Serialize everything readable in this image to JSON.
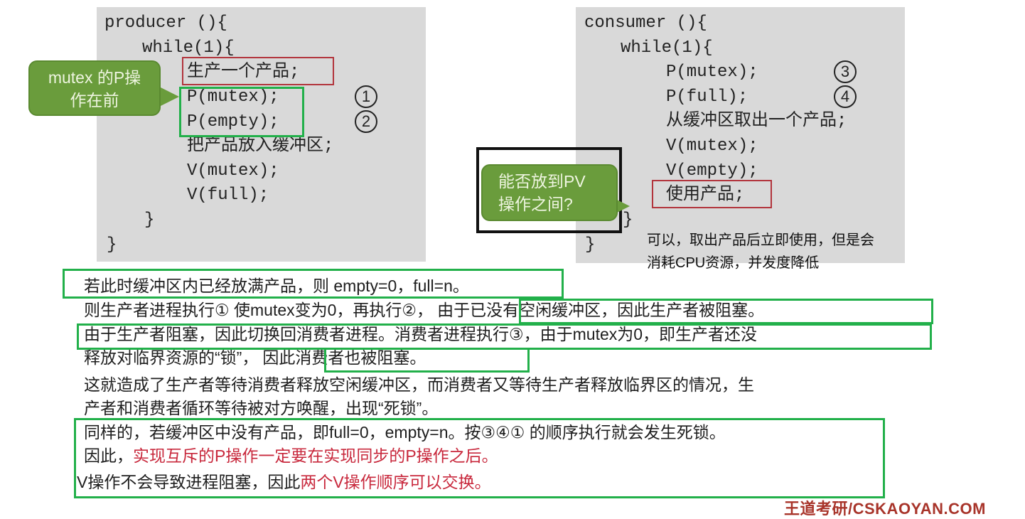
{
  "producer": {
    "lines": [
      "producer (){",
      "while(1){",
      "生产一个产品;",
      "P(mutex);",
      "P(empty);",
      "把产品放入缓冲区;",
      "V(mutex);",
      "V(full);",
      "}",
      "}"
    ],
    "markers": [
      "1",
      "2"
    ],
    "callout": [
      "mutex 的P操",
      "作在前"
    ]
  },
  "consumer": {
    "lines": [
      "consumer (){",
      "while(1){",
      "P(mutex);",
      "P(full);",
      "从缓冲区取出一个产品;",
      "V(mutex);",
      "V(empty);",
      "使用产品;",
      "}",
      "}"
    ],
    "markers": [
      "3",
      "4"
    ],
    "callout": [
      "能否放到PV",
      "操作之间?"
    ],
    "answer": [
      "可以，取出产品后立即使用，但是会",
      "消耗CPU资源，并发度降低"
    ]
  },
  "explanation": {
    "l1": "若此时缓冲区内已经放满产品，则 empty=0，full=n。",
    "l2a": "则生产者进程执行① 使mutex变为0，再执行②，",
    "l2b": "由于已没有空闲缓冲区，因此生产者被阻塞。",
    "l3": "由于生产者阻塞，因此切换回消费者进程。消费者进程执行③，由于mutex为0，即生产者还没",
    "l4a": "释放对临界资源的“锁”，",
    "l4b": "因此消费者也被阻塞。",
    "l5": "这就造成了生产者等待消费者释放空闲缓冲区，而消费者又等待生产者释放临界区的情况，生",
    "l6": "产者和消费者循环等待被对方唤醒，出现“死锁”。",
    "l7": "同样的，若缓冲区中没有产品，即full=0，empty=n。按③④① 的顺序执行就会发生死锁。",
    "l8a": "因此，",
    "l8b": "实现互斥的P操作一定要在实现同步的P操作之后。",
    "l9a": "V操作不会导致进程阻塞，因此",
    "l9b": "两个V操作顺序可以交换。"
  },
  "watermark": "王道考研/CSKAOYAN.COM",
  "colors": {
    "highlight_green": "#22b04a",
    "highlight_red": "#b2343c",
    "callout_green": "#6a9c3c",
    "emphasis_red": "#c8283c"
  }
}
